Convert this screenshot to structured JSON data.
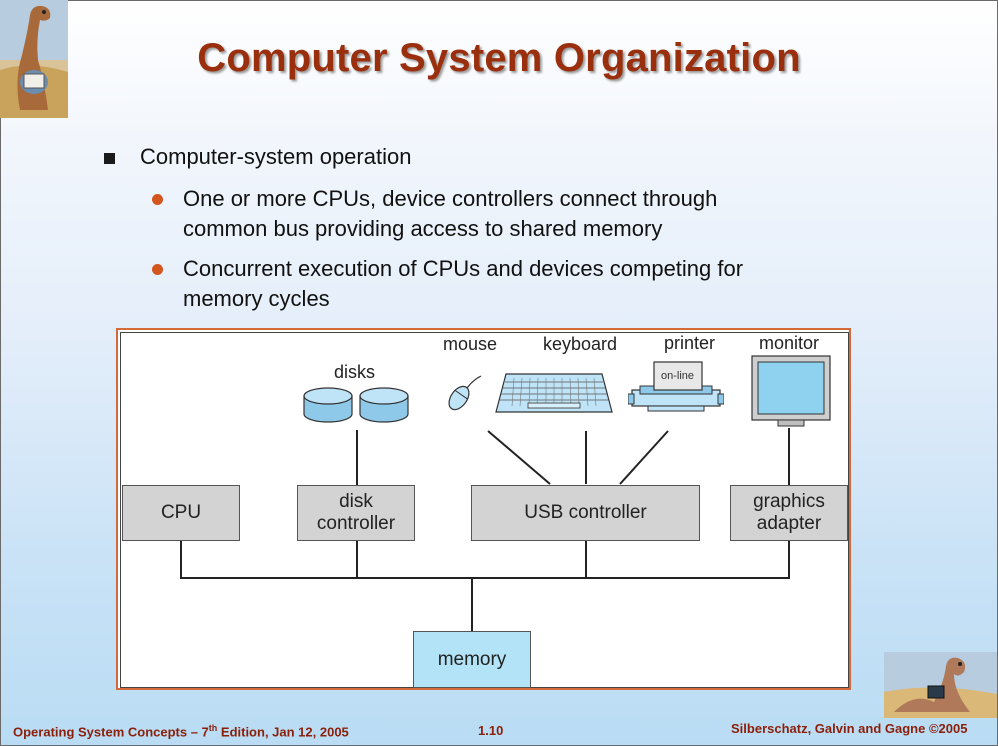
{
  "title": "Computer System Organization",
  "bullets": {
    "level1": "Computer-system operation",
    "level2": [
      [
        "One or more CPUs, device controllers connect through",
        "common bus providing access to shared memory"
      ],
      [
        "Concurrent execution of CPUs and devices competing for",
        "memory cycles"
      ]
    ]
  },
  "diagram": {
    "devices": {
      "disks": "disks",
      "mouse": "mouse",
      "keyboard": "keyboard",
      "printer": "printer",
      "printer_panel": "on-line",
      "monitor": "monitor"
    },
    "controllers": {
      "cpu": "CPU",
      "disk_controller": [
        "disk",
        "controller"
      ],
      "usb_controller": "USB controller",
      "graphics_adapter": [
        "graphics",
        "adapter"
      ]
    },
    "memory": "memory"
  },
  "footer": {
    "left_pre": "Operating System Concepts – 7",
    "left_sup": "th",
    "left_post": " Edition, Jan 12, 2005",
    "page": "1.10",
    "right": "Silberschatz, Galvin and Gagne ©2005"
  }
}
